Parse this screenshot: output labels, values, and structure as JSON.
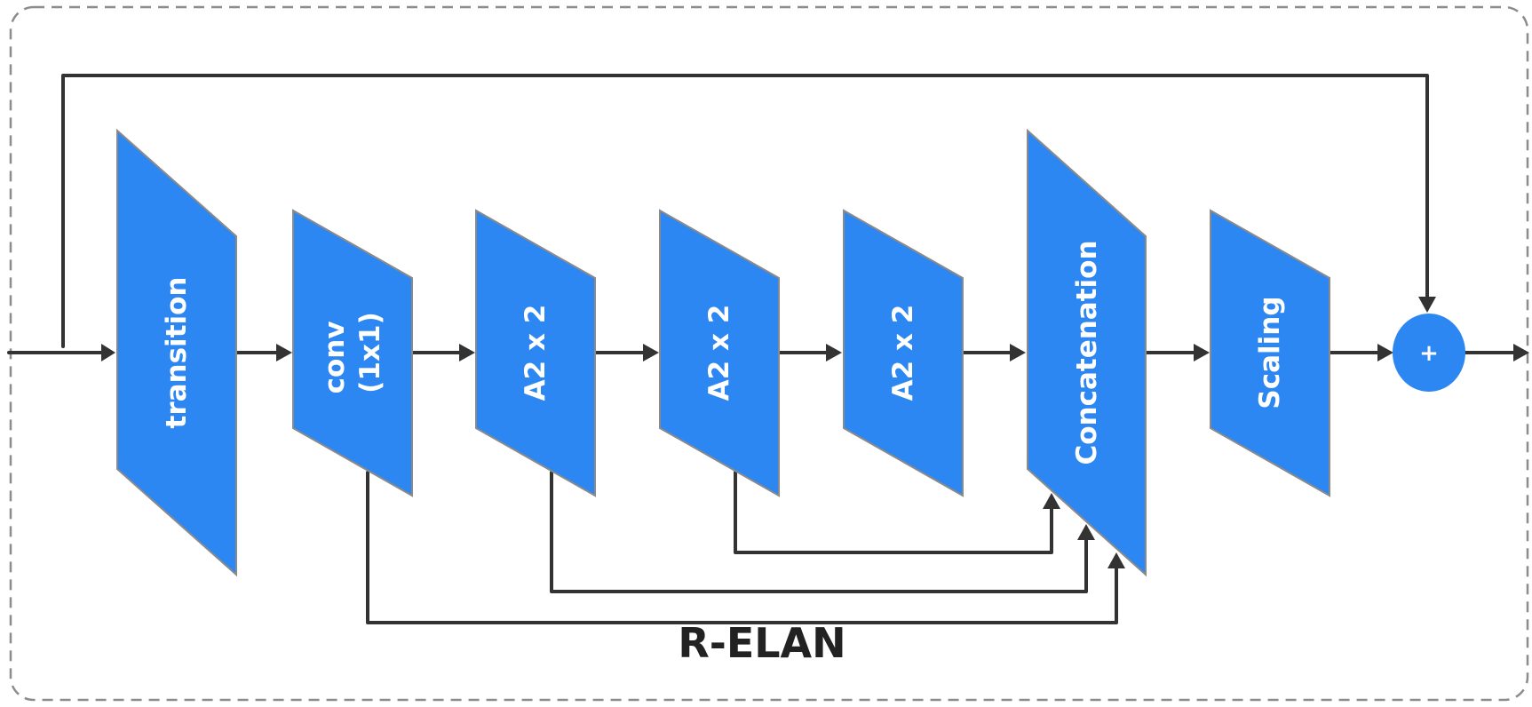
{
  "diagram": {
    "caption": "R-ELAN",
    "blocks": [
      {
        "id": "transition",
        "lines": [
          "transition"
        ]
      },
      {
        "id": "conv",
        "lines": [
          "conv",
          "(1x1)"
        ]
      },
      {
        "id": "a2-1",
        "lines": [
          "A2 x 2"
        ]
      },
      {
        "id": "a2-2",
        "lines": [
          "A2 x 2"
        ]
      },
      {
        "id": "a2-3",
        "lines": [
          "A2 x 2"
        ]
      },
      {
        "id": "concatenation",
        "lines": [
          "Concatenation"
        ]
      },
      {
        "id": "scaling",
        "lines": [
          "Scaling"
        ]
      }
    ],
    "sum_node": {
      "symbol": "+"
    },
    "colors": {
      "block": "#2d87f2",
      "line": "#333333",
      "frame": "#8c8c8c"
    }
  }
}
